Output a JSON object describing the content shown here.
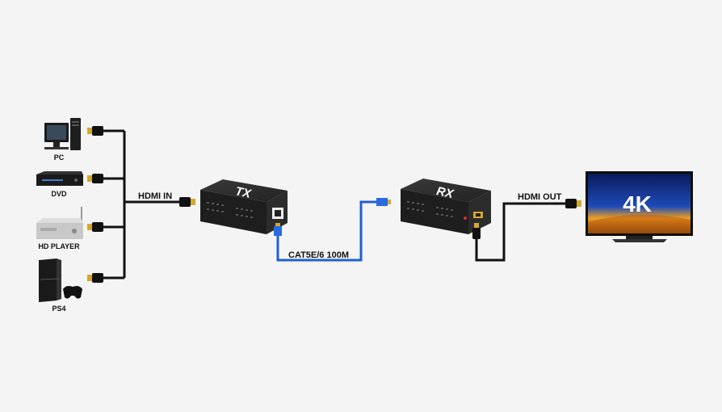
{
  "sources": [
    {
      "label": "PC",
      "icon": "pc-icon"
    },
    {
      "label": "DVD",
      "icon": "dvd-player-icon"
    },
    {
      "label": "HD PLAYER",
      "icon": "hd-player-icon"
    },
    {
      "label": "PS4",
      "icon": "ps4-console-icon"
    }
  ],
  "labels": {
    "hdmi_in": "HDMI IN",
    "cable": "CAT5E/6 100M",
    "hdmi_out": "HDMI OUT"
  },
  "transmitter": {
    "label": "TX"
  },
  "receiver": {
    "label": "RX"
  },
  "display": {
    "label": "4K",
    "icon": "tv-4k-icon"
  },
  "colors": {
    "background": "#f4f4f4",
    "hdmi_cable": "#111111",
    "network_cable": "#1f5fd0",
    "device_body": "#2a2a2a",
    "connector_gold": "#d4a830"
  }
}
